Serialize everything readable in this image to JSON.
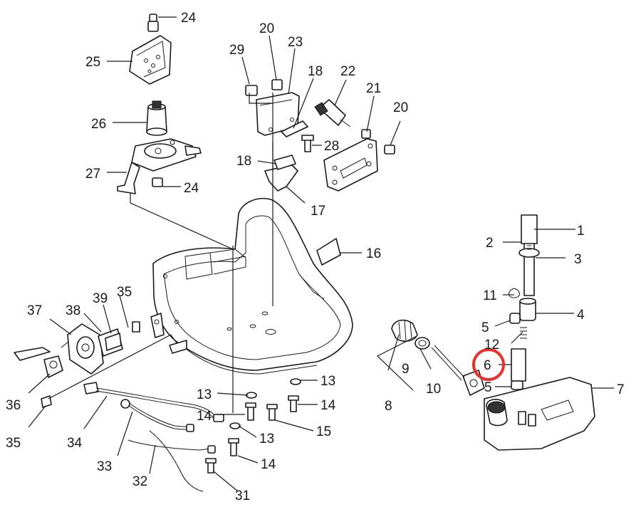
{
  "labels": {
    "l1": "1",
    "l2": "2",
    "l3": "3",
    "l4": "4",
    "l5a": "5",
    "l5b": "5",
    "l6": "6",
    "l7": "7",
    "l8": "8",
    "l9": "9",
    "l10": "10",
    "l11": "11",
    "l12": "12",
    "l13a": "13",
    "l13b": "13",
    "l13c": "13",
    "l14a": "14",
    "l14b": "14",
    "l14c": "14",
    "l15": "15",
    "l16": "16",
    "l17": "17",
    "l18a": "18",
    "l18b": "18",
    "l20a": "20",
    "l20b": "20",
    "l21": "21",
    "l22": "22",
    "l23": "23",
    "l24a": "24",
    "l24b": "24",
    "l25": "25",
    "l26": "26",
    "l27": "27",
    "l28": "28",
    "l29": "29",
    "l31": "31",
    "l32": "32",
    "l33": "33",
    "l34": "34",
    "l35a": "35",
    "l35b": "35",
    "l36": "36",
    "l37": "37",
    "l38": "38",
    "l39": "39"
  },
  "highlight": {
    "color": "#e8312a"
  }
}
